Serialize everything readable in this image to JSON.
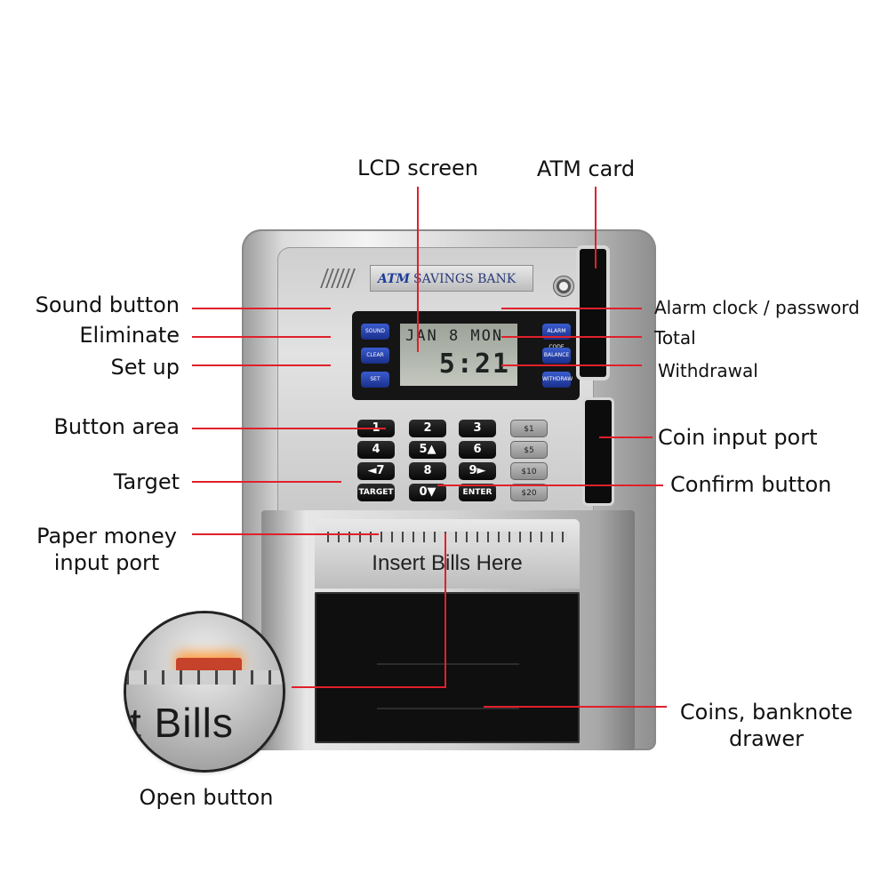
{
  "device": {
    "brand_logo": "ATM",
    "brand_name": "SAVINGS BANK",
    "lcd_line1": "JAN 8 MON",
    "lcd_line2": "5:21",
    "side_buttons": [
      "SOUND",
      "CLEAR",
      "SET",
      "ALARM CODE",
      "BALANCE",
      "WITHDRAW"
    ],
    "keypad": [
      "1",
      "2",
      "3",
      "4",
      "5▲",
      "6",
      "◄7",
      "8",
      "9►",
      "TARGET",
      "0▼",
      "ENTER"
    ],
    "money_keys": [
      "$1",
      "$5",
      "$10",
      "$20"
    ],
    "bill_panel_text": "Insert Bills Here",
    "inset_text": "t Bills"
  },
  "callouts": {
    "lcd_screen": "LCD screen",
    "atm_card": "ATM card",
    "sound_button": "Sound button",
    "eliminate": "Eliminate",
    "set_up": "Set up",
    "button_area": "Button area",
    "target": "Target",
    "paper_money_line1": "Paper money",
    "paper_money_line2": "input port",
    "alarm_clock": "Alarm clock / password",
    "total": "Total",
    "withdrawal": "Withdrawal",
    "coin_input_port": "Coin input port",
    "confirm_button": "Confirm button",
    "drawer_line1": "Coins, banknote",
    "drawer_line2": "drawer",
    "open_button": "Open button"
  },
  "colors": {
    "leader_line": "#e0202a",
    "button_blue": "#2040b0"
  }
}
